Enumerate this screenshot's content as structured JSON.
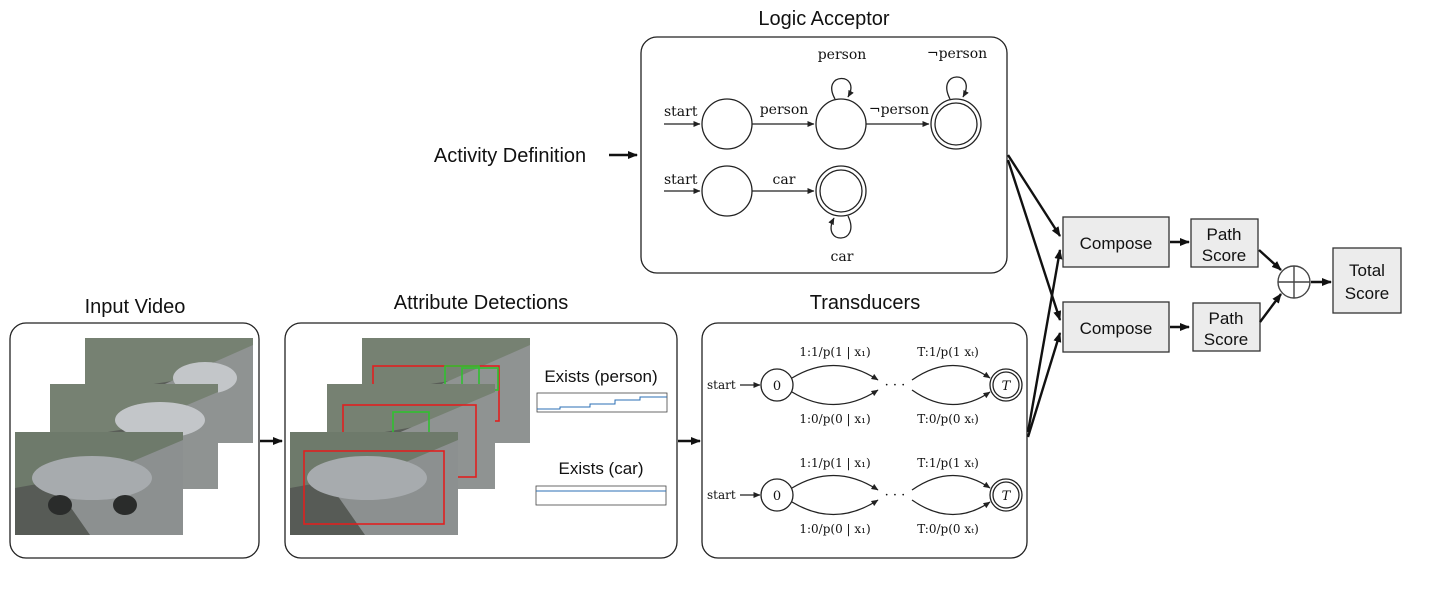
{
  "colors": {
    "detection_box": "#e02020",
    "attribute_box": "#30c030",
    "operator_fill": "#ececec"
  },
  "logic_acceptor": {
    "title": "Logic Acceptor",
    "input_label": "Activity Definition",
    "automaton1": {
      "start": "start",
      "edge1": "person",
      "self_loop": "person",
      "edge2": "¬person",
      "final_loop": "¬person"
    },
    "automaton2": {
      "start": "start",
      "edge1": "car",
      "final_loop": "car"
    }
  },
  "input_video": {
    "title": "Input Video"
  },
  "attribute_detections": {
    "title": "Attribute Detections",
    "plot1_label": "Exists (person)",
    "plot2_label": "Exists (car)"
  },
  "transducers": {
    "title": "Transducers",
    "t1": {
      "start": "start",
      "node0": "0",
      "nodeT": "T",
      "dots": "· · ·",
      "top_left": "1:1/p(1 | x₁)",
      "top_right": "T:1/p(1   xₜ)",
      "bot_left": "1:0/p(0 | x₁)",
      "bot_right": "T:0/p(0   xₜ)"
    },
    "t2": {
      "start": "start",
      "node0": "0",
      "nodeT": "T",
      "dots": "· · ·",
      "top_left": "1:1/p(1 | x₁)",
      "top_right": "T:1/p(1   xₜ)",
      "bot_left": "1:0/p(0 | x₁)",
      "bot_right": "T:0/p(0   xₜ)"
    }
  },
  "operators": {
    "compose1": "Compose",
    "compose2": "Compose",
    "path_score1": [
      "Path",
      "Score"
    ],
    "path_score2": [
      "Path",
      "Score"
    ],
    "sum_symbol": "oplus-symbol",
    "total_score": [
      "Total",
      "Score"
    ]
  }
}
